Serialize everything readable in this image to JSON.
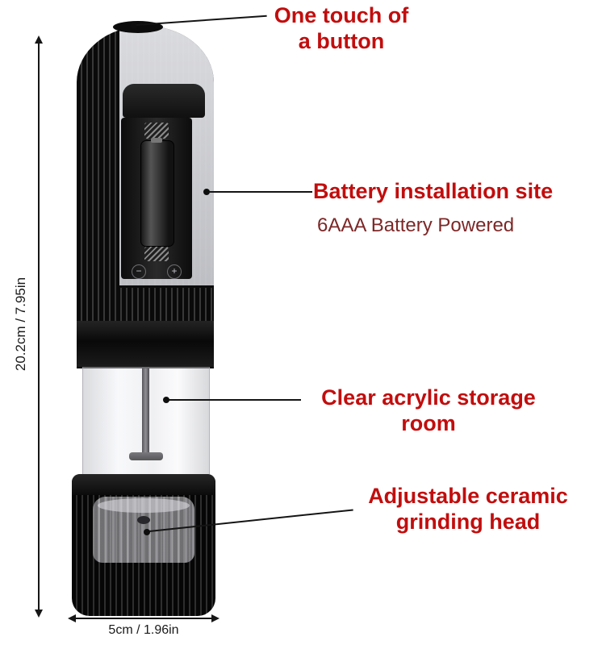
{
  "annotations": {
    "one_touch": "One touch of\na button",
    "battery_title": "Battery installation site",
    "battery_sub": "6AAA Battery Powered",
    "storage": "Clear acrylic storage\nroom",
    "grinding": "Adjustable ceramic\ngrinding head"
  },
  "dimensions": {
    "height": "20.2cm / 7.95in",
    "width": "5cm / 1.96in"
  },
  "product": {
    "battery_minus": "−",
    "battery_plus": "+"
  },
  "colors": {
    "annotation_red": "#c20d0d",
    "annotation_dark_red": "#7d2727",
    "dimension_black": "#161616",
    "body_black": "#0a0a0a"
  }
}
